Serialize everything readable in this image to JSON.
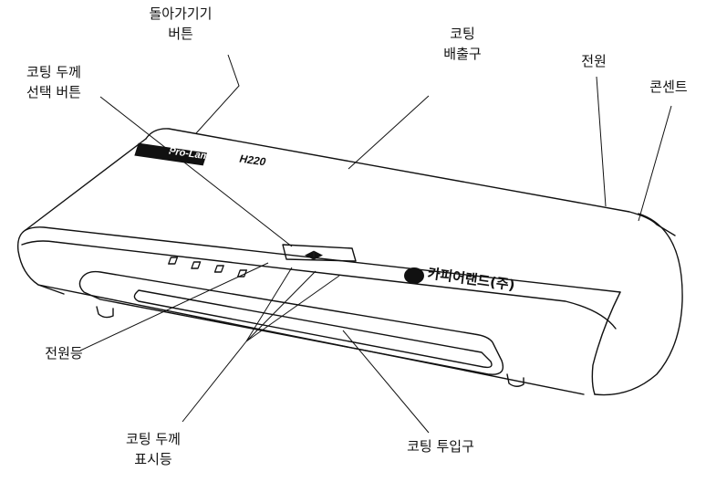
{
  "labels": {
    "back_button": [
      "돌아가기기",
      "버튼"
    ],
    "coating_outlet": [
      "코팅",
      "배출구"
    ],
    "thickness_button": [
      "코팅 두께",
      "선택 버튼"
    ],
    "power": [
      "전원"
    ],
    "outlet": [
      "콘센트"
    ],
    "power_lamp": [
      "전원등"
    ],
    "thickness_indicator": [
      "코팅 두께",
      "표시등"
    ],
    "coating_inlet": [
      "코팅 투입구"
    ]
  },
  "product": {
    "brand_badge": "Pro-Lami",
    "model": "H220",
    "maker": "카피어랜드(주)",
    "button_glyph": "◀▶"
  }
}
